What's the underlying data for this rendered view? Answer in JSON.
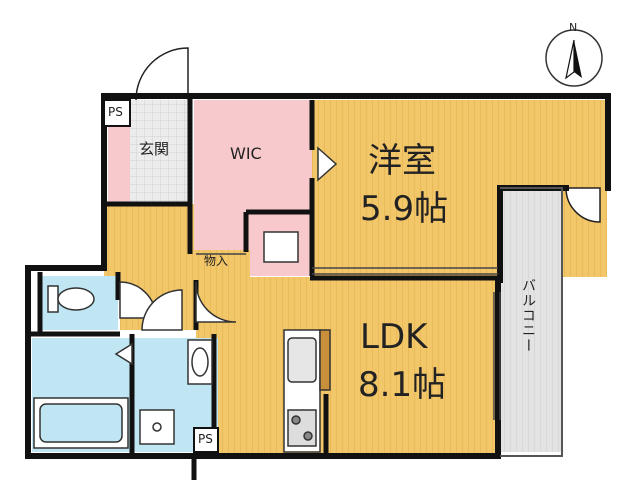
{
  "compass": {
    "label": "N"
  },
  "rooms": {
    "ps_top": "PS",
    "genkan": "玄関",
    "wic": "WIC",
    "yoshitsu_name": "洋室",
    "yoshitsu_size": "5.9帖",
    "monoire": "物入",
    "ldk_name": "LDK",
    "ldk_size": "8.1帖",
    "ps_bottom": "PS",
    "balcony": "バルコニー"
  },
  "colors": {
    "wood": "#f2c76a",
    "wood_line": "#e4b04a",
    "wic": "#f7c9cc",
    "water": "#bfe6f2",
    "balcony": "#e2e2e2",
    "tile": "#e9e9e9",
    "wall": "#111111"
  }
}
